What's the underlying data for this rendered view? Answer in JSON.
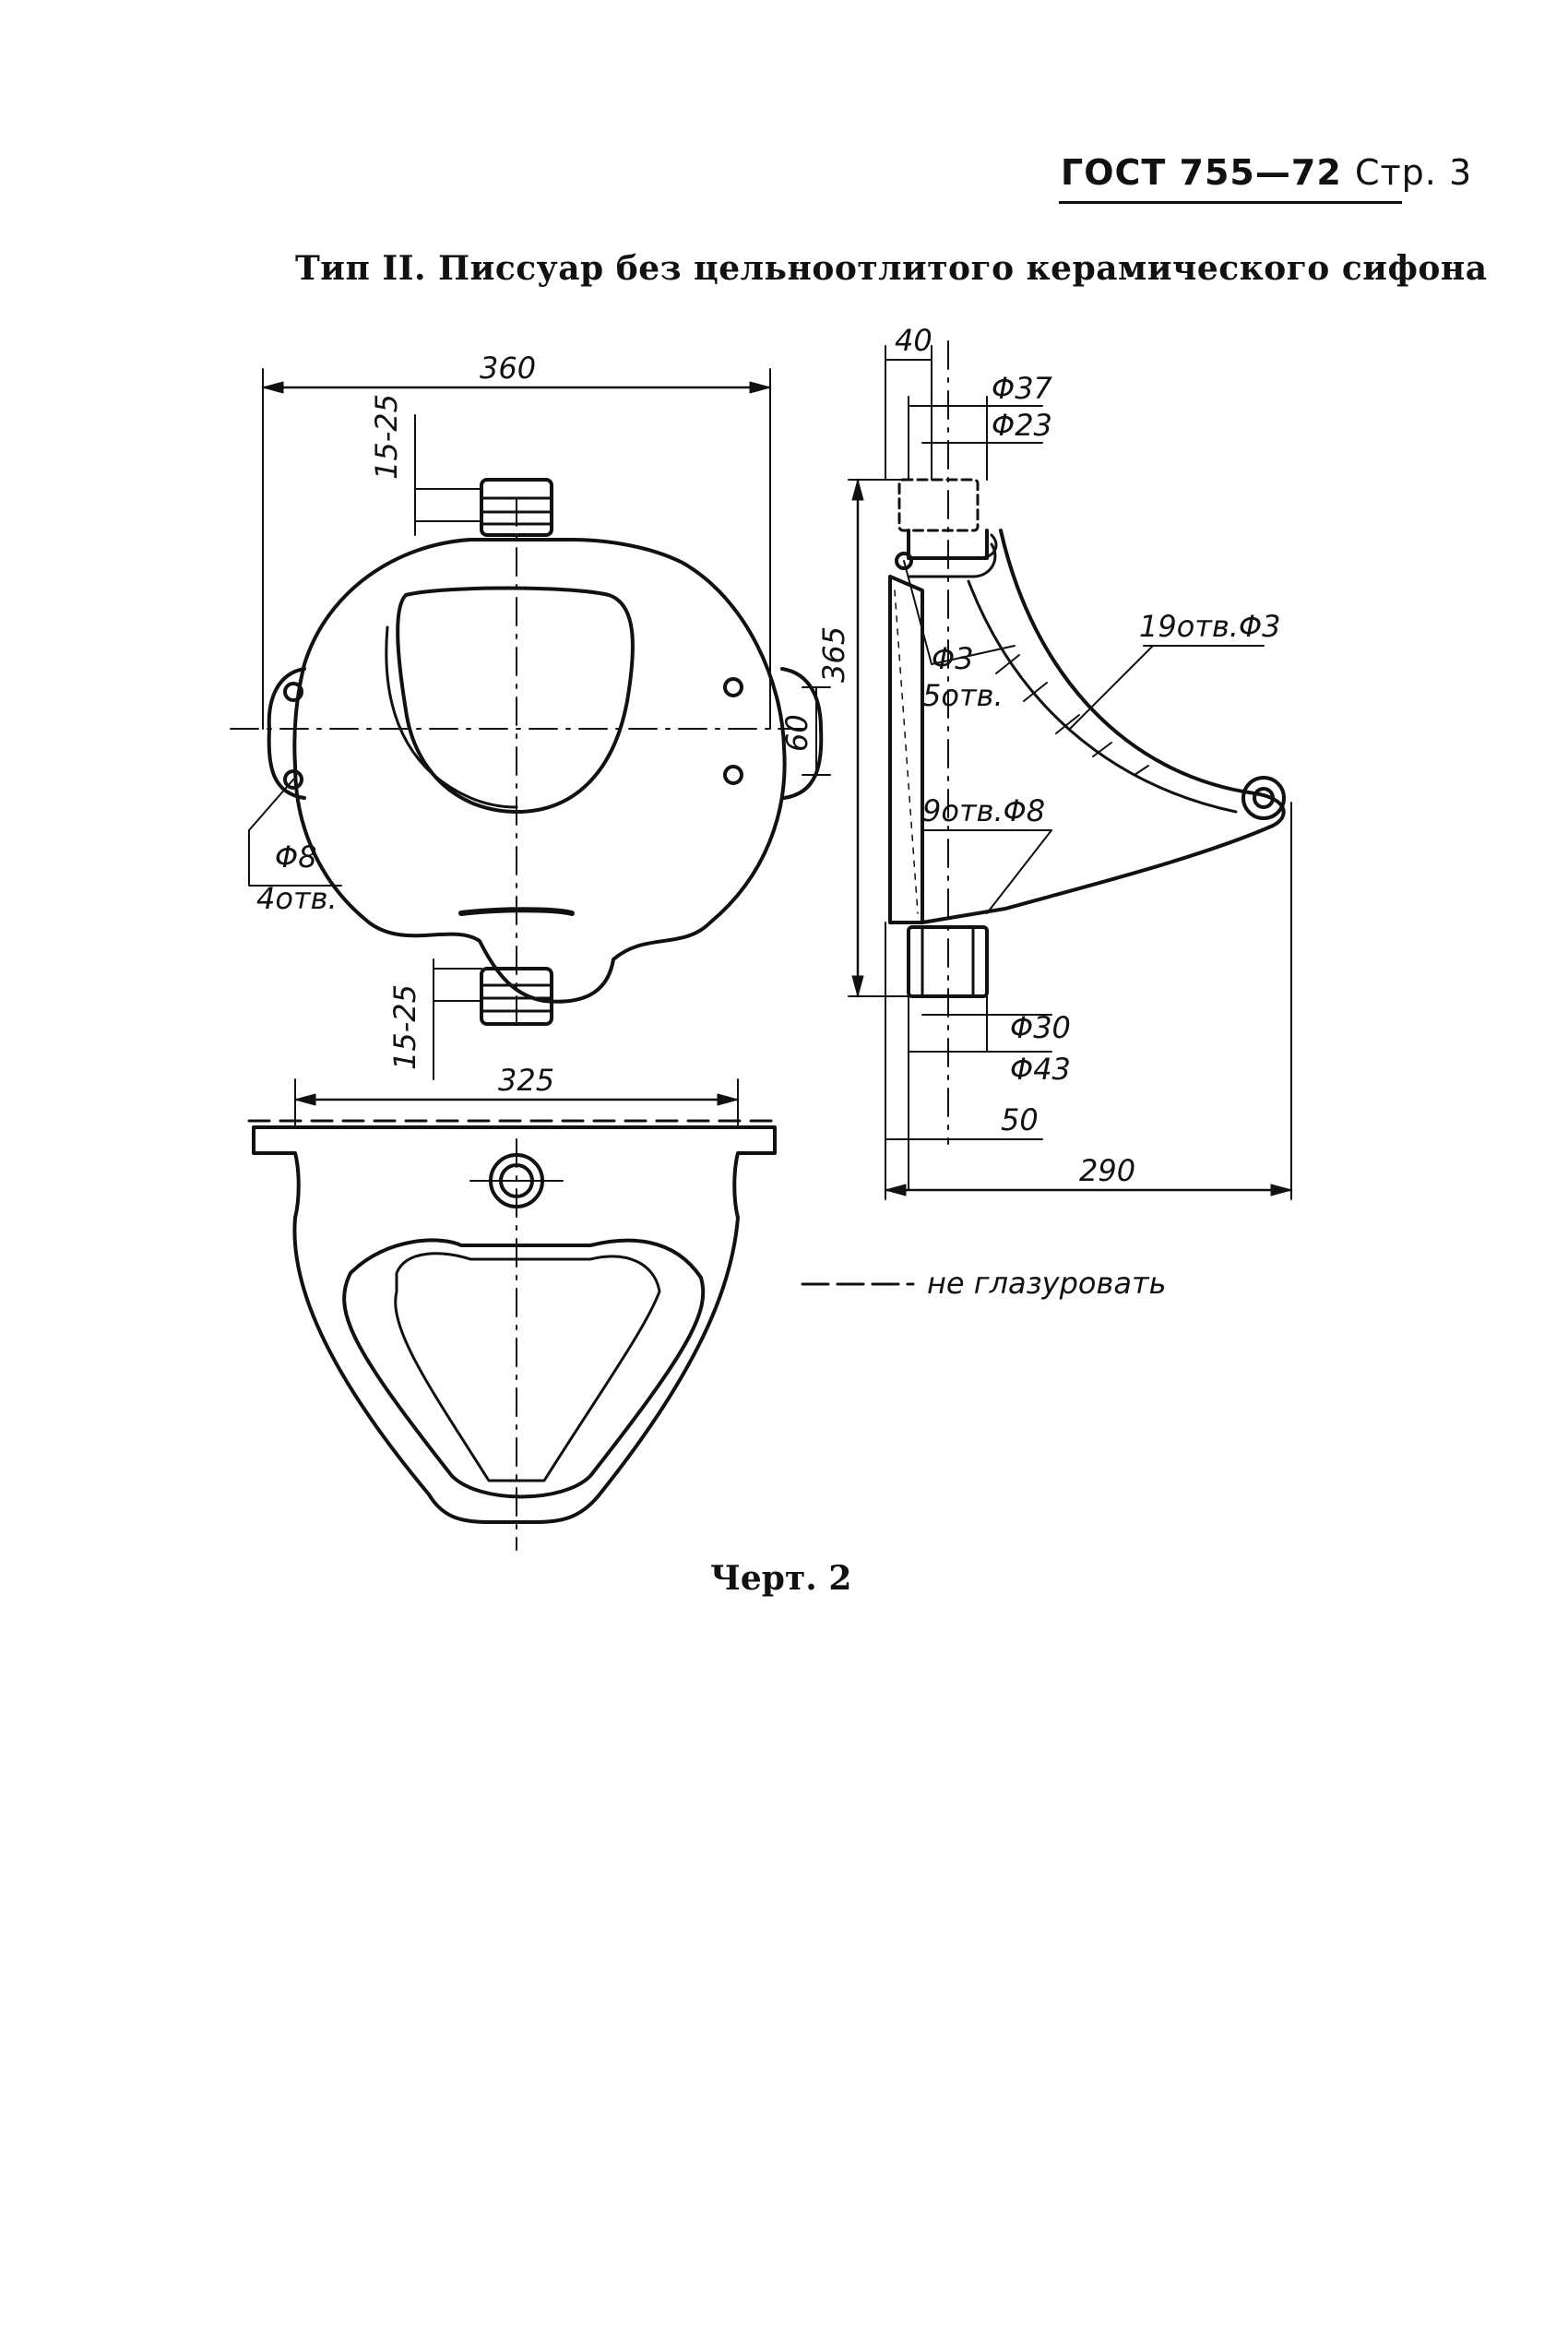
{
  "header": {
    "doc_code": "ГОСТ 755—72",
    "page": "Стр. 3"
  },
  "title": "Тип II. Писсуар без цельноотлитого керамического сифона",
  "caption": "Черт. 2",
  "dimensions": {
    "front_width": "360",
    "front_top_outlet": "15-25",
    "front_bottom_outlet": "15-25",
    "front_side_offset": "60",
    "front_holes_dia": "Φ8",
    "front_holes_count": "4отв.",
    "plan_width": "325",
    "side_top_offset": "40",
    "side_outer_dia_top": "Φ37",
    "side_inner_dia_top": "Φ23",
    "side_height": "365",
    "side_small_holes_dia": "Φ3",
    "side_small_holes_count": "5отв.",
    "side_rim_holes": "19отв.Φ3",
    "side_drain_holes": "9отв.Φ8",
    "side_drain_inner_dia": "Φ30",
    "side_drain_outer_dia": "Φ43",
    "side_drain_offset": "50",
    "side_depth": "290"
  },
  "legend": {
    "dashed_label": "не глазуровать"
  }
}
